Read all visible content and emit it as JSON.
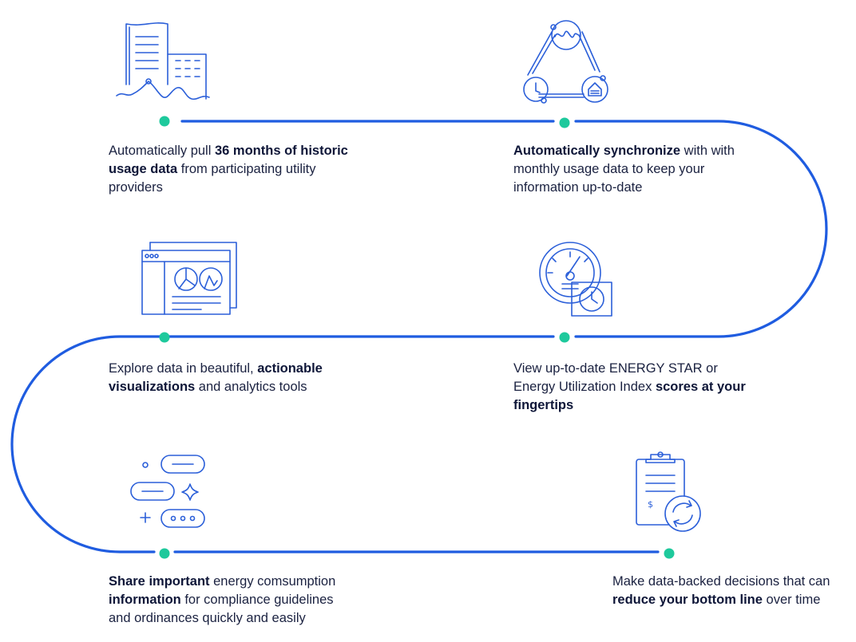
{
  "steps": [
    {
      "id": "pull",
      "icon": "buildings-icon",
      "caption": [
        {
          "t": "Automatically pull ",
          "b": false
        },
        {
          "t": "36 months of historic usage data",
          "b": true
        },
        {
          "t": " from participating utility providers",
          "b": false
        }
      ]
    },
    {
      "id": "sync",
      "icon": "sync-cycle-icon",
      "caption": [
        {
          "t": "Automatically synchronize",
          "b": true
        },
        {
          "t": " with with monthly usage data to keep your information up-to-date",
          "b": false
        }
      ]
    },
    {
      "id": "visualize",
      "icon": "dashboard-window-icon",
      "caption": [
        {
          "t": "Explore data in beautiful, ",
          "b": false
        },
        {
          "t": "actionable visualizations",
          "b": true
        },
        {
          "t": " and analytics tools",
          "b": false
        }
      ]
    },
    {
      "id": "scores",
      "icon": "gauge-clock-icon",
      "caption": [
        {
          "t": "View up-to-date ENERGY STAR or Energy Utilization Index ",
          "b": false
        },
        {
          "t": "scores at your fingertips",
          "b": true
        }
      ]
    },
    {
      "id": "share",
      "icon": "share-pills-icon",
      "caption": [
        {
          "t": "Share important",
          "b": true
        },
        {
          "t": " energy comsumption ",
          "b": false
        },
        {
          "t": "information",
          "b": true
        },
        {
          "t": " for compliance guidelines and ordinances quickly and easily",
          "b": false
        }
      ]
    },
    {
      "id": "decide",
      "icon": "clipboard-cycle-icon",
      "caption": [
        {
          "t": "Make data-backed decisions that can ",
          "b": false
        },
        {
          "t": "reduce your bottom line",
          "b": true
        },
        {
          "t": " over time",
          "b": false
        }
      ]
    }
  ],
  "colors": {
    "track": "#1f5ce0",
    "dot": "#1ec99c",
    "icon": "#2b5fd9",
    "text": "#1a2140"
  }
}
